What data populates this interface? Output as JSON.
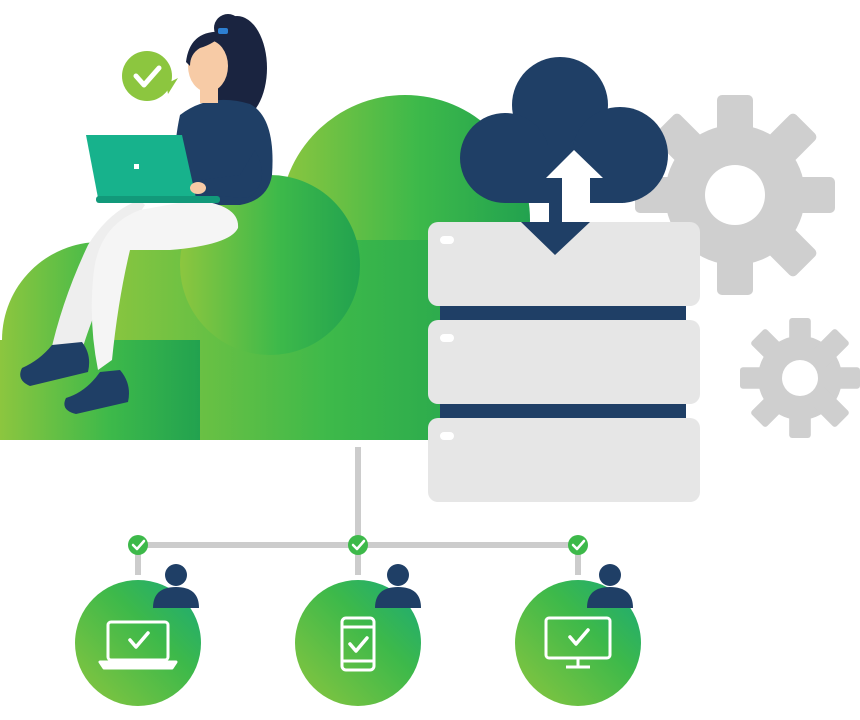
{
  "scene": {
    "colors": {
      "green_light": "#8cc63f",
      "green_mid": "#3db94a",
      "green_dark": "#1aa86b",
      "navy": "#1f3f66",
      "gray_gear": "#cfcfcf",
      "gray_server": "#e6e6e6",
      "connector": "#cccccc",
      "laptop_teal": "#17b28c",
      "white": "#ffffff"
    },
    "icons": [
      "cloud-icon",
      "cloud-upload-icon",
      "server-stack-icon",
      "gear-icon",
      "checkmark-icon",
      "user-icon",
      "laptop-icon",
      "smartphone-icon",
      "desktop-monitor-icon"
    ],
    "devices": [
      {
        "kind": "laptop",
        "icon": "laptop-icon"
      },
      {
        "kind": "phone",
        "icon": "smartphone-icon"
      },
      {
        "kind": "desktop",
        "icon": "desktop-monitor-icon"
      }
    ]
  }
}
